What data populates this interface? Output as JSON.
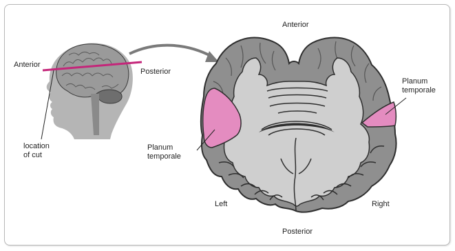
{
  "diagram": {
    "head_view": {
      "anterior_label": "Anterior",
      "posterior_label": "Posterior",
      "cut_label": "location\nof cut"
    },
    "section_view": {
      "top_label": "Anterior",
      "bottom_label": "Posterior",
      "left_label": "Left",
      "right_label": "Right",
      "planum_left_label": "Planum\ntemporale",
      "planum_right_label": "Planum\ntemporale"
    }
  },
  "colors": {
    "cut_line": "#c4267a",
    "planum_temporale": "#e48cc0",
    "cortex": "#8f8f8f",
    "white_matter": "#cfcfcf",
    "head": "#b5b5b5",
    "outline": "#2e2e2e"
  }
}
